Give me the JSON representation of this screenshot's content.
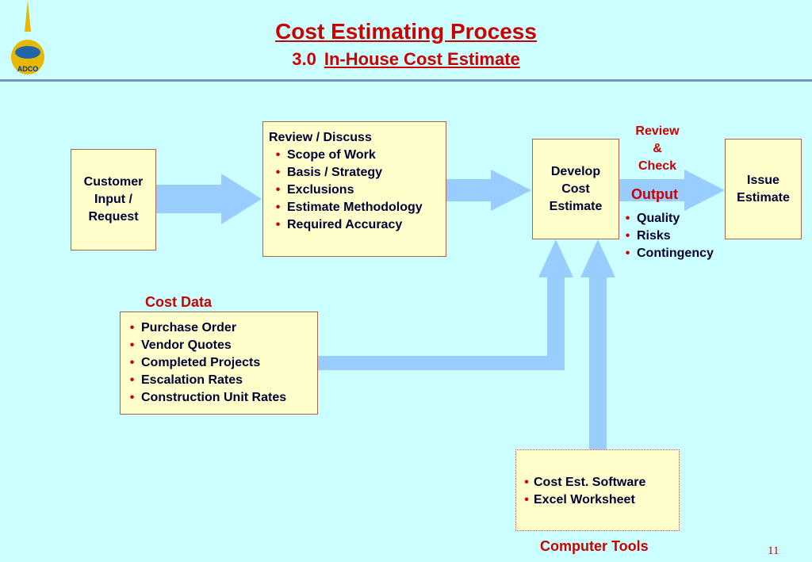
{
  "title": "Cost Estimating Process",
  "subtitle_num": "3.0",
  "subtitle": "In-House Cost Estimate",
  "logo_text": "ADCO",
  "customer_box": [
    "Customer",
    "Input /",
    "Request"
  ],
  "review_box": {
    "heading": "Review / Discuss",
    "items": [
      "Scope of Work",
      "Basis / Strategy",
      "Exclusions",
      "Estimate Methodology",
      "Required Accuracy"
    ]
  },
  "develop_box": [
    "Develop",
    "Cost",
    "Estimate"
  ],
  "issue_box": [
    "Issue",
    "Estimate"
  ],
  "review_check": [
    "Review",
    "&",
    "Check"
  ],
  "output": {
    "label": "Output",
    "items": [
      "Quality",
      "Risks",
      "Contingency"
    ]
  },
  "cost_data": {
    "label": "Cost Data",
    "items": [
      "Purchase Order",
      "Vendor Quotes",
      "Completed Projects",
      "Escalation Rates",
      "Construction Unit Rates"
    ]
  },
  "computer_tools": {
    "label": "Computer Tools",
    "items": [
      "Cost Est. Software",
      "Excel Worksheet"
    ]
  },
  "bullet": "•",
  "page_number": "11",
  "colors": {
    "background": "#ccffff",
    "box_fill": "#ffffcc",
    "accent_red": "#cc0000",
    "arrow": "#99ccff",
    "text": "#000033"
  }
}
